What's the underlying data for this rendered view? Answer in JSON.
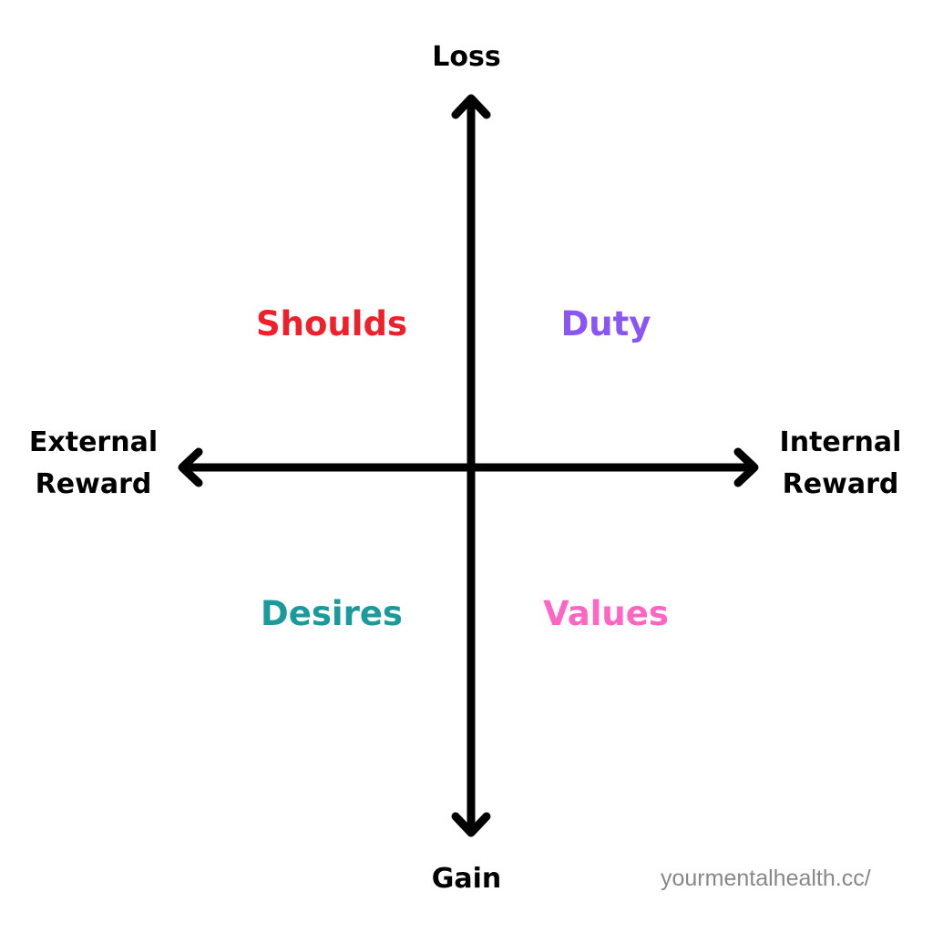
{
  "axes": {
    "top": "Loss",
    "bottom": "Gain",
    "left_line1": "External",
    "left_line2": "Reward",
    "right_line1": "Internal",
    "right_line2": "Reward"
  },
  "quadrants": {
    "top_left": {
      "label": "Shoulds",
      "color": "#f0202a"
    },
    "top_right": {
      "label": "Duty",
      "color": "#8a55f5"
    },
    "bottom_left": {
      "label": "Desires",
      "color": "#1a9a9a"
    },
    "bottom_right": {
      "label": "Values",
      "color": "#ff66c4"
    }
  },
  "credit": "yourmentalhealth.cc/"
}
